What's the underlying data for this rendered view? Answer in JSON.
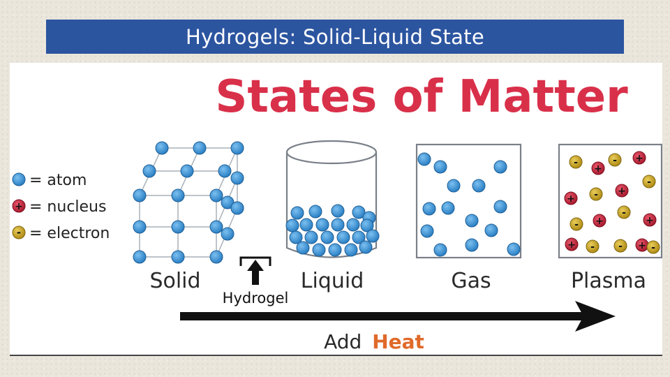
{
  "slide": {
    "title": "Hydrogels: Solid-Liquid State"
  },
  "diagram": {
    "heading": "States of Matter",
    "legend": {
      "atom_label": "= atom",
      "nucleus_label": "= nucleus",
      "electron_label": "= electron",
      "nucleus_symbol": "+",
      "electron_symbol": "-"
    },
    "states": {
      "solid": "Solid",
      "liquid": "Liquid",
      "gas": "Gas",
      "plasma": "Plasma"
    },
    "hydrogel_label": "Hydrogel",
    "arrow_label_add": "Add",
    "arrow_label_heat": "Heat",
    "colors": {
      "heading": "#d9304a",
      "atom": "#3d94d8",
      "nucleus": "#c7243a",
      "electron": "#c9a626",
      "heat": "#e06a2a",
      "title_bar": "#2c55a0"
    }
  }
}
